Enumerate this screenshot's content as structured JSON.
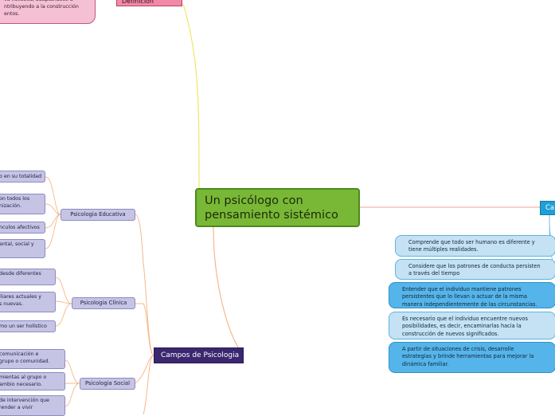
{
  "central_topic": "Un psicólogo con\npensamiento sistémico",
  "top": {
    "note": "va holística, adaptándose a\nntribuyendo a la construcción\nentos.",
    "branch_label": "Definición"
  },
  "right": {
    "branch_label": "Ca",
    "items": [
      "Comprende que todo ser humano es diferente y\ntiene múltiples realidades.",
      "Considere que los patrones de conducta persisten\na través del tiempo",
      "Entender que el individuo mantiene patrones\npersistentes que lo llevan a actuar de la misma\nmanera independientemente de las circunstancias.",
      "Es necesario que el individuo encuentre nuevos\nposibilidades, es decir, encaminarlas hacia la\nconstrucción de nuevos significados.",
      "A partir de situaciones de crisis, desarrolle\nestrategias y brinde herramientas para mejorar la\ndinámica familiar."
    ]
  },
  "left": {
    "branch_label": "Campos de Psicologia",
    "categories": [
      {
        "label": "Psicologia Educativa",
        "leaves": [
          "o en su totalidad",
          "on todos los\nnización.",
          "nculos afectivos",
          "ental, social y"
        ]
      },
      {
        "label": "Psicologia Clínica",
        "leaves": [
          "desde diferentes",
          "iliares actuales y\ns nuevas.",
          "mo un ser holístico"
        ]
      },
      {
        "label": "Psicologia Social",
        "leaves": [
          "comunicación e\ngrupo o comunidad.",
          "mientas al grupo o\nambio necesario.",
          "de intervención que\nrender a vivir"
        ]
      }
    ]
  },
  "colors": {
    "central": "#79b836",
    "definicion": "#f08aa8",
    "campos": "#3a2770",
    "category": "#c6c4e4",
    "blue_light": "#c4e2f3",
    "blue_dark": "#55b5ea",
    "link_yellow": "#f2e46a",
    "link_orange": "#f6b88a",
    "link_salmon": "#f0a090"
  }
}
